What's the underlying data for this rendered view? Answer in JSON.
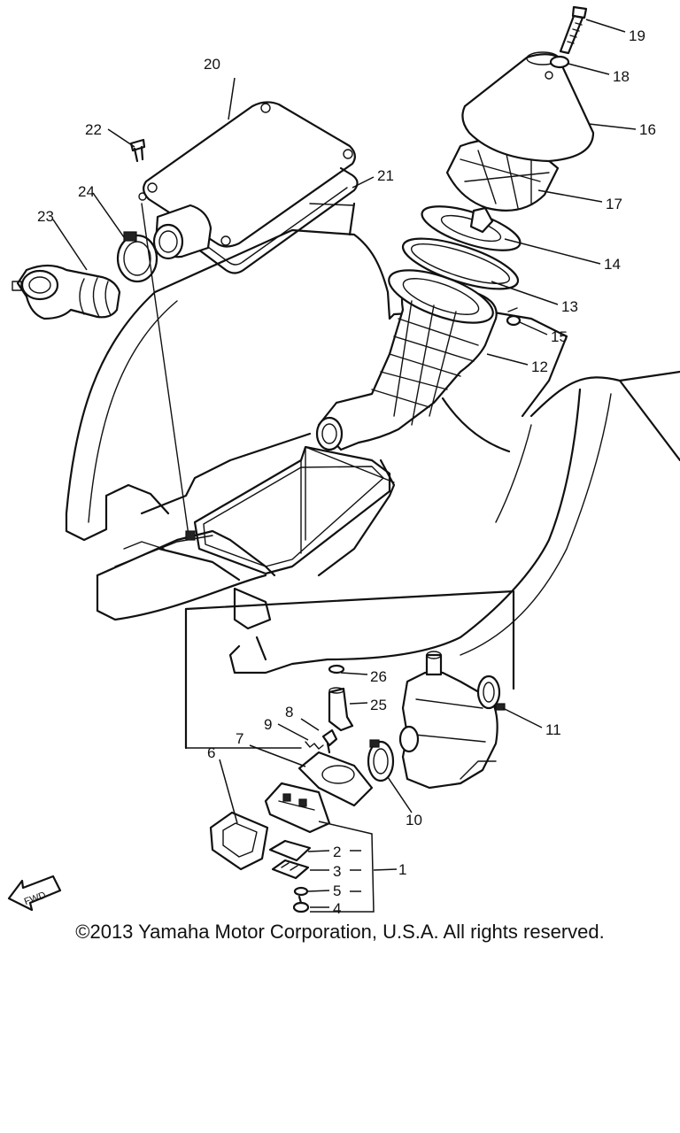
{
  "copyright": "©2013 Yamaha Motor Corporation, U.S.A. All rights reserved.",
  "fwd_label": "FWD",
  "callouts": [
    "1",
    "2",
    "3",
    "4",
    "5",
    "6",
    "7",
    "8",
    "9",
    "10",
    "11",
    "12",
    "13",
    "14",
    "15",
    "16",
    "17",
    "18",
    "19",
    "20",
    "21",
    "22",
    "23",
    "24",
    "25",
    "26"
  ]
}
